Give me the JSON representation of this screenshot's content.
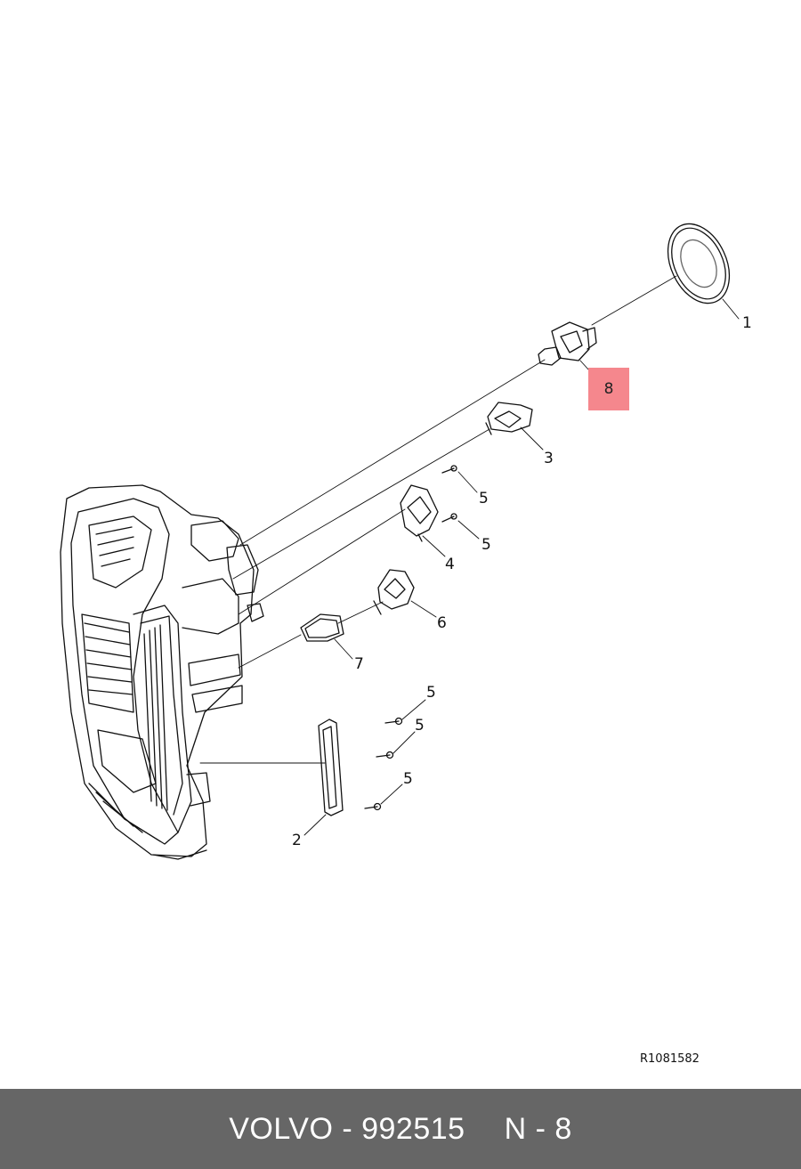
{
  "callouts": {
    "c1": "1",
    "c2": "2",
    "c3": "3",
    "c4": "4",
    "c5a": "5",
    "c5b": "5",
    "c5c": "5",
    "c5d": "5",
    "c5e": "5",
    "c6": "6",
    "c7": "7",
    "c8": "8"
  },
  "highlight_color": "#f5878d",
  "reference_code": "R1081582",
  "footer": {
    "brand_part": "VOLVO - 992515",
    "position": "N - 8",
    "background": "#666666"
  }
}
